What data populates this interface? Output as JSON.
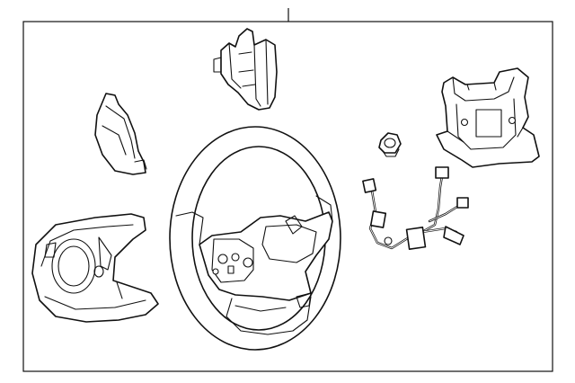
{
  "diagram": {
    "background": "#ffffff",
    "line_color": "#111111",
    "parts": [
      {
        "id": "steering-wheel",
        "icon": "steering-wheel-icon"
      },
      {
        "id": "upper-trim-cover",
        "icon": "trim-cover-icon"
      },
      {
        "id": "left-side-trim-cover",
        "icon": "trim-cover-icon"
      },
      {
        "id": "lower-column-cover",
        "icon": "cover-icon"
      },
      {
        "id": "airbag-module",
        "icon": "airbag-icon"
      },
      {
        "id": "retaining-nut",
        "icon": "nut-icon"
      },
      {
        "id": "wiring-harness",
        "icon": "harness-icon"
      }
    ]
  }
}
